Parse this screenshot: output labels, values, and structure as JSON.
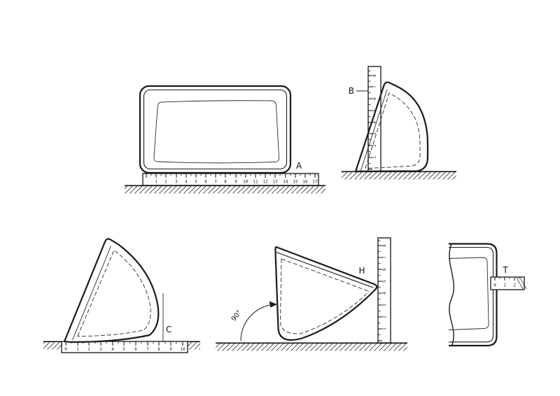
{
  "figure_a": {
    "label": "A",
    "ruler": {
      "numbers": [
        "1",
        "2",
        "3",
        "4",
        "5",
        "6",
        "7",
        "8",
        "9",
        "10",
        "11",
        "12",
        "13",
        "14",
        "15",
        "16",
        "17"
      ]
    }
  },
  "figure_b": {
    "label": "B",
    "ruler": {
      "numbers": [
        "1",
        "2",
        "3",
        "4",
        "5",
        "6",
        "7",
        "8"
      ]
    }
  },
  "figure_c": {
    "label": "C",
    "ruler": {
      "numbers": [
        "0",
        "1",
        "2",
        "3",
        "4",
        "5",
        "6",
        "7",
        "8",
        "9",
        "10"
      ]
    }
  },
  "figure_h": {
    "label": "H",
    "angle_label": "90°",
    "ruler": {
      "numbers": [
        "1",
        "2",
        "3",
        "4",
        "5",
        "6",
        "7",
        "8"
      ]
    }
  },
  "figure_t": {
    "label": "T",
    "ruler": {
      "numbers": [
        "0",
        "1",
        "2"
      ]
    }
  }
}
